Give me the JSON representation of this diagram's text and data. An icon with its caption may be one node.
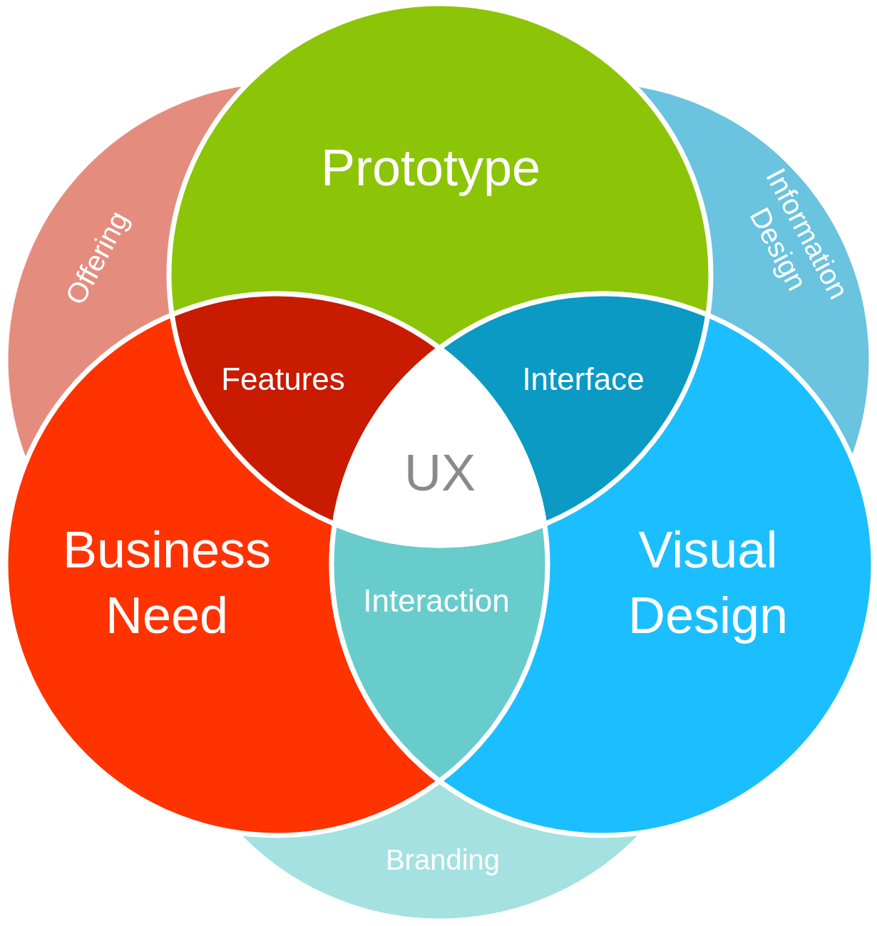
{
  "diagram": {
    "nodes": [
      {
        "text": [
          "Offering"
        ]
      },
      {
        "text": [
          "Prototype"
        ]
      },
      {
        "text": [
          "Information Design"
        ]
      },
      {
        "text": [
          "Features"
        ]
      },
      {
        "text": [
          "Interface"
        ]
      },
      {
        "text": [
          "UX"
        ]
      },
      {
        "text": [
          "Business Need"
        ]
      },
      {
        "text": [
          "Interaction"
        ]
      },
      {
        "text": [
          "Visual Design"
        ]
      },
      {
        "text": [
          "Branding"
        ]
      }
    ]
  }
}
